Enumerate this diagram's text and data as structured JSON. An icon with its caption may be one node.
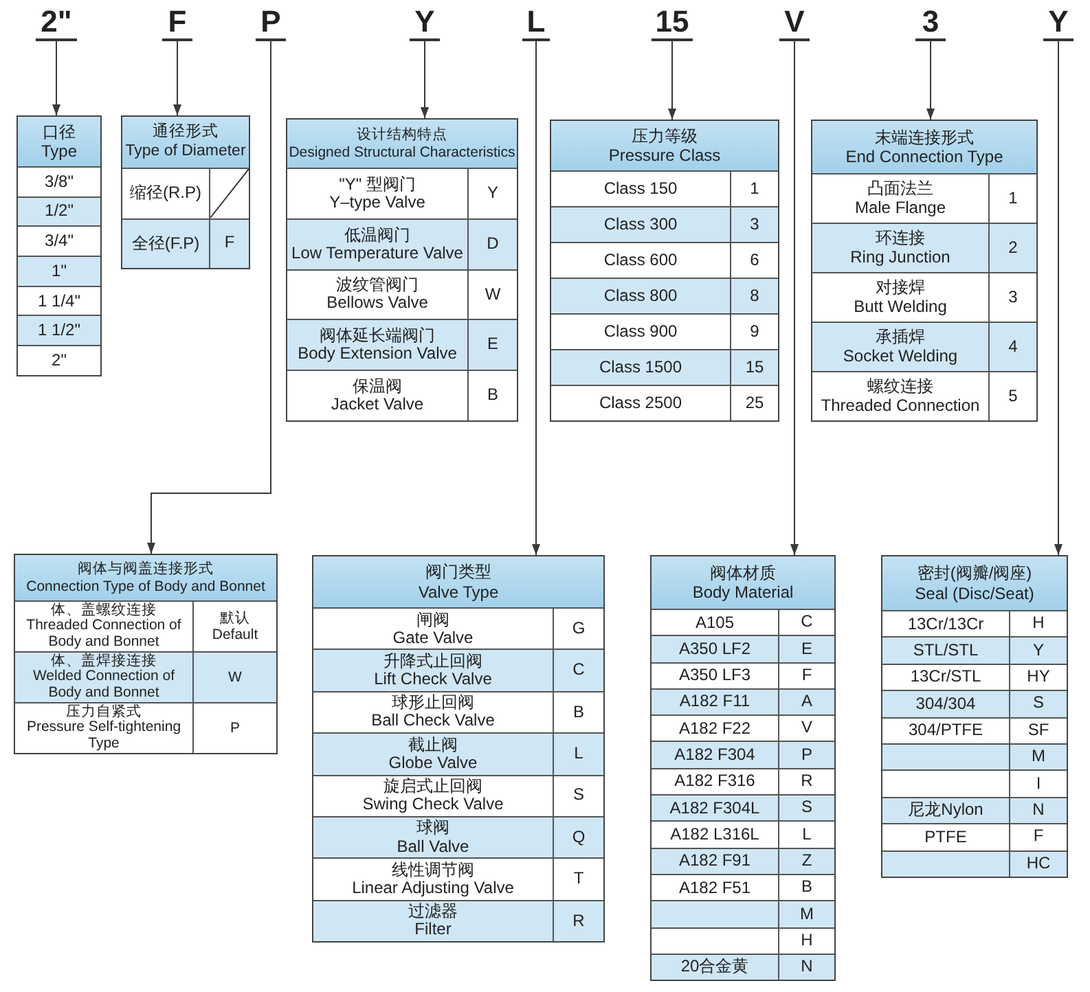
{
  "diagram": {
    "nodes": [
      {
        "text": [
          "2\""
        ]
      },
      {
        "text": [
          "F"
        ]
      },
      {
        "text": [
          "P"
        ]
      },
      {
        "text": [
          "Y"
        ]
      },
      {
        "text": [
          "L"
        ]
      },
      {
        "text": [
          "15"
        ]
      },
      {
        "text": [
          "V"
        ]
      },
      {
        "text": [
          "3"
        ]
      },
      {
        "text": [
          "Y"
        ]
      },
      {
        "text": [
          "口径",
          "Type"
        ]
      },
      {
        "text": [
          "3/8\""
        ],
        "in": 9
      },
      {
        "text": [
          "1/2\""
        ],
        "in": 9
      },
      {
        "text": [
          "3/4\""
        ],
        "in": 9
      },
      {
        "text": [
          "1\""
        ],
        "in": 9
      },
      {
        "text": [
          "1 1/4\""
        ],
        "in": 9
      },
      {
        "text": [
          "1 1/2\""
        ],
        "in": 9
      },
      {
        "text": [
          "2\""
        ],
        "in": 9
      },
      {
        "text": [
          "通径形式",
          "Type of Diameter"
        ]
      },
      {
        "text": [
          "缩径(R.P)"
        ],
        "in": 17
      },
      {
        "text": [
          "全径(F.P)",
          "F"
        ],
        "in": 17
      },
      {
        "text": [
          "设计结构特点",
          "Designed Structural Characteristics"
        ]
      },
      {
        "text": [
          "\"Y\" 型阀门",
          "Y–type Valve",
          "Y"
        ],
        "in": 20
      },
      {
        "text": [
          "低温阀门",
          "Low Temperature Valve",
          "D"
        ],
        "in": 20
      },
      {
        "text": [
          "波纹管阀门",
          "Bellows Valve",
          "W"
        ],
        "in": 20
      },
      {
        "text": [
          "阀体延长端阀门",
          "Body Extension Valve",
          "E"
        ],
        "in": 20
      },
      {
        "text": [
          "保温阀",
          "Jacket Valve",
          "B"
        ],
        "in": 20
      },
      {
        "text": [
          "压力等级",
          "Pressure Class"
        ]
      },
      {
        "text": [
          "Class 150",
          "1"
        ],
        "in": 26
      },
      {
        "text": [
          "Class 300",
          "3"
        ],
        "in": 26
      },
      {
        "text": [
          "Class 600",
          "6"
        ],
        "in": 26
      },
      {
        "text": [
          "Class 800",
          "8"
        ],
        "in": 26
      },
      {
        "text": [
          "Class 900",
          "9"
        ],
        "in": 26
      },
      {
        "text": [
          "Class 1500",
          "15"
        ],
        "in": 26
      },
      {
        "text": [
          "Class 2500",
          "25"
        ],
        "in": 26
      },
      {
        "text": [
          "末端连接形式",
          "End Connection Type"
        ]
      },
      {
        "text": [
          "凸面法兰",
          "Male Flange",
          "1"
        ],
        "in": 34
      },
      {
        "text": [
          "环连接",
          "Ring Junction",
          "2"
        ],
        "in": 34
      },
      {
        "text": [
          "对接焊",
          "Butt Welding",
          "3"
        ],
        "in": 34
      },
      {
        "text": [
          "承插焊",
          "Socket Welding",
          "4"
        ],
        "in": 34
      },
      {
        "text": [
          "螺纹连接",
          "Threaded Connection",
          "5"
        ],
        "in": 34
      },
      {
        "text": [
          "阀体与阀盖连接形式",
          "Connection Type of Body and Bonnet"
        ]
      },
      {
        "text": [
          "体、盖螺纹连接",
          "Threaded Connection of Body and Bonnet",
          "默认 Default"
        ],
        "in": 40
      },
      {
        "text": [
          "体、盖焊接连接",
          "Welded Connection of Body and Bonnet",
          "W"
        ],
        "in": 40
      },
      {
        "text": [
          "压力自紧式",
          "Pressure Self-tightening Type",
          "P"
        ],
        "in": 40
      },
      {
        "text": [
          "阀门类型",
          "Valve Type"
        ]
      },
      {
        "text": [
          "闸阀",
          "Gate Valve",
          "G"
        ],
        "in": 44
      },
      {
        "text": [
          "升降式止回阀",
          "Lift Check Valve",
          "C"
        ],
        "in": 44
      },
      {
        "text": [
          "球形止回阀",
          "Ball Check Valve",
          "B"
        ],
        "in": 44
      },
      {
        "text": [
          "截止阀",
          "Globe Valve",
          "L"
        ],
        "in": 44
      },
      {
        "text": [
          "旋启式止回阀",
          "Swing Check Valve",
          "S"
        ],
        "in": 44
      },
      {
        "text": [
          "球阀",
          "Ball Valve",
          "Q"
        ],
        "in": 44
      },
      {
        "text": [
          "线性调节阀",
          "Linear Adjusting Valve",
          "T"
        ],
        "in": 44
      },
      {
        "text": [
          "过滤器",
          "Filter",
          "R"
        ],
        "in": 44
      },
      {
        "text": [
          "阀体材质",
          "Body Material"
        ]
      },
      {
        "text": [
          "A105",
          "C"
        ],
        "in": 53
      },
      {
        "text": [
          "A350 LF2",
          "E"
        ],
        "in": 53
      },
      {
        "text": [
          "A350 LF3",
          "F"
        ],
        "in": 53
      },
      {
        "text": [
          "A182 F11",
          "A"
        ],
        "in": 53
      },
      {
        "text": [
          "A182 F22",
          "V"
        ],
        "in": 53
      },
      {
        "text": [
          "A182 F304",
          "P"
        ],
        "in": 53
      },
      {
        "text": [
          "A182 F316",
          "R"
        ],
        "in": 53
      },
      {
        "text": [
          "A182 F304L",
          "S"
        ],
        "in": 53
      },
      {
        "text": [
          "A182 L316L",
          "L"
        ],
        "in": 53
      },
      {
        "text": [
          "A182 F91",
          "Z"
        ],
        "in": 53
      },
      {
        "text": [
          "A182 F51",
          "B"
        ],
        "in": 53
      },
      {
        "text": [
          "M"
        ],
        "in": 53
      },
      {
        "text": [
          "H"
        ],
        "in": 53
      },
      {
        "text": [
          "20合金黄",
          "N"
        ],
        "in": 53
      },
      {
        "text": [
          "密封(阀瓣/阀座)",
          "Seal (Disc/Seat)"
        ]
      },
      {
        "text": [
          "13Cr/13Cr",
          "H"
        ],
        "in": 68
      },
      {
        "text": [
          "STL/STL",
          "Y"
        ],
        "in": 68
      },
      {
        "text": [
          "13Cr/STL",
          "HY"
        ],
        "in": 68
      },
      {
        "text": [
          "304/304",
          "S"
        ],
        "in": 68
      },
      {
        "text": [
          "304/PTFE",
          "SF"
        ],
        "in": 68
      },
      {
        "text": [
          "M"
        ],
        "in": 68
      },
      {
        "text": [
          "I"
        ],
        "in": 68
      },
      {
        "text": [
          "尼龙Nylon",
          "N"
        ],
        "in": 68
      },
      {
        "text": [
          "PTFE",
          "F"
        ],
        "in": 68
      },
      {
        "text": [
          "HC"
        ],
        "in": 68
      }
    ],
    "edges": [
      {
        "from": 0,
        "to": 9,
        "arrow": "to"
      },
      {
        "from": 1,
        "to": 17,
        "arrow": "to"
      },
      {
        "from": 2,
        "to": 40,
        "arrow": "to"
      },
      {
        "from": 3,
        "to": 20,
        "arrow": "to"
      },
      {
        "from": 4,
        "to": 44,
        "arrow": "to"
      },
      {
        "from": 5,
        "to": 26,
        "arrow": "to"
      },
      {
        "from": 6,
        "to": 53,
        "arrow": "to"
      },
      {
        "from": 7,
        "to": 34,
        "arrow": "to"
      },
      {
        "from": 8,
        "to": 68,
        "arrow": "to"
      }
    ]
  }
}
